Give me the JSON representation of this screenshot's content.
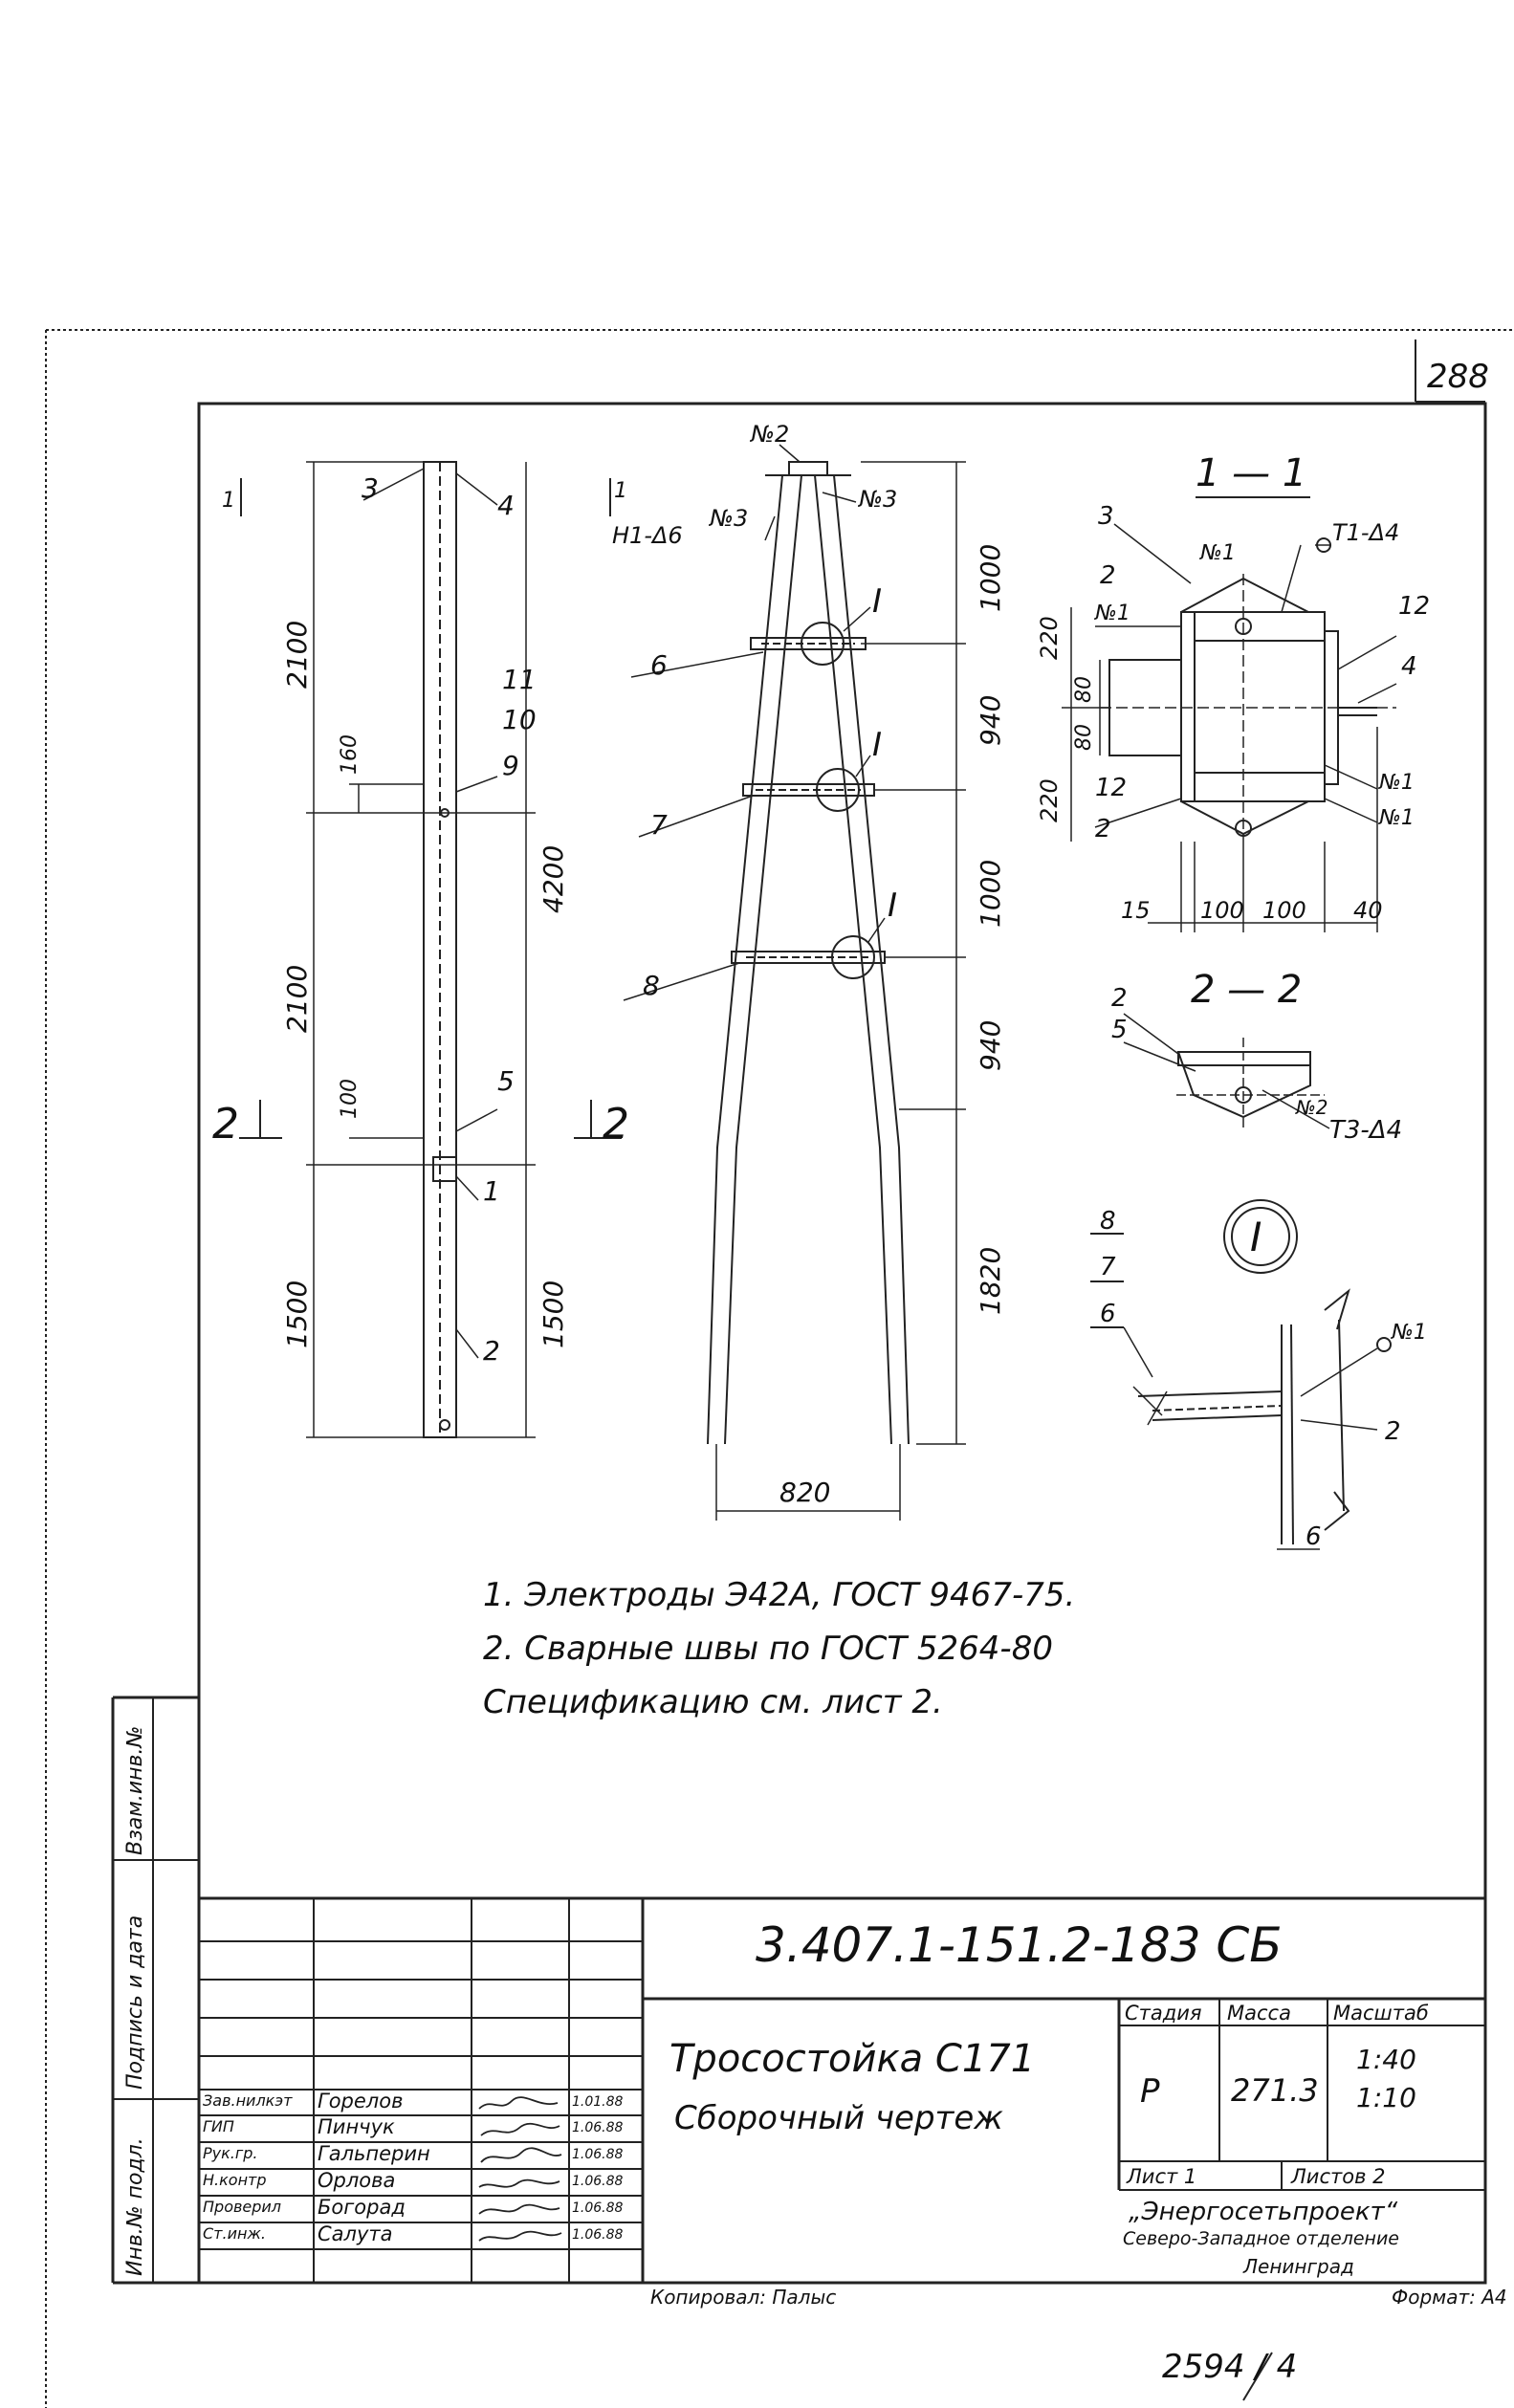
{
  "sheet_number_top": "288",
  "drawing_code": "3.407.1-151.2-183 СБ",
  "title": {
    "line1": "Тросостойка С171",
    "line2": "Сборочный чертеж"
  },
  "stage_header": {
    "stage": "Стадия",
    "mass": "Масса",
    "scale": "Масштаб"
  },
  "stage_values": {
    "stage": "Р",
    "mass": "271.3",
    "scale1": "1:40",
    "scale2": "1:10"
  },
  "sheet_info": {
    "sheet": "Лист 1",
    "sheets": "Листов 2"
  },
  "organization": {
    "name": "„Энергосетьпроект“",
    "branch": "Северо-Западное отделение",
    "city": "Ленинград"
  },
  "format": "Формат: А4",
  "copied_by": "Копировал: Палыс",
  "archive_number": "2594 / 4",
  "left_stamp": {
    "col1": "Инв.№ подл.",
    "col2": "Подпись и дата",
    "col3": "Взам.инв.№"
  },
  "signatures": [
    {
      "role": "Зав.нилкэт",
      "name": "Горелов",
      "date": "1.01.88"
    },
    {
      "role": "ГИП",
      "name": "Пинчук",
      "date": "1.06.88"
    },
    {
      "role": "Рук.гр.",
      "name": "Гальперин",
      "date": "1.06.88"
    },
    {
      "role": "Н.контр",
      "name": "Орлова",
      "date": "1.06.88"
    },
    {
      "role": "Проверил",
      "name": "Богорад",
      "date": "1.06.88"
    },
    {
      "role": "Ст.инж.",
      "name": "Салута",
      "date": "1.06.88"
    }
  ],
  "notes": [
    "1. Электроды Э42А, ГОСТ 9467-75.",
    "2. Сварные швы по ГОСТ 5264-80",
    "Спецификацию см. лист 2."
  ],
  "views": {
    "side": {
      "dims": [
        "2100",
        "160",
        "4200",
        "2100",
        "100",
        "1500",
        "1500"
      ],
      "callouts": [
        "3",
        "4",
        "11",
        "10",
        "9",
        "5",
        "1",
        "2"
      ],
      "section_marks": [
        "1",
        "1",
        "2",
        "2"
      ]
    },
    "front": {
      "dims": [
        "1000",
        "940",
        "1000",
        "940",
        "1820",
        "820"
      ],
      "callouts": [
        "№2",
        "Н1-Δ6",
        "№3",
        "№3",
        "6",
        "7",
        "8",
        "I",
        "I",
        "I"
      ]
    },
    "section_1_1": {
      "title": "1 — 1",
      "dims": [
        "220",
        "80",
        "80",
        "220",
        "15",
        "100",
        "100",
        "40"
      ],
      "callouts": [
        "3",
        "Т1-Δ4",
        "2",
        "№1",
        "12",
        "4",
        "12",
        "№1",
        "2",
        "№1",
        "№1"
      ]
    },
    "section_2_2": {
      "title": "2 — 2",
      "callouts": [
        "2",
        "5",
        "№2",
        "Т3-Δ4"
      ]
    },
    "detail_I": {
      "title": "I",
      "callouts": [
        "8",
        "7",
        "6",
        "№1",
        "2",
        "6"
      ]
    }
  }
}
